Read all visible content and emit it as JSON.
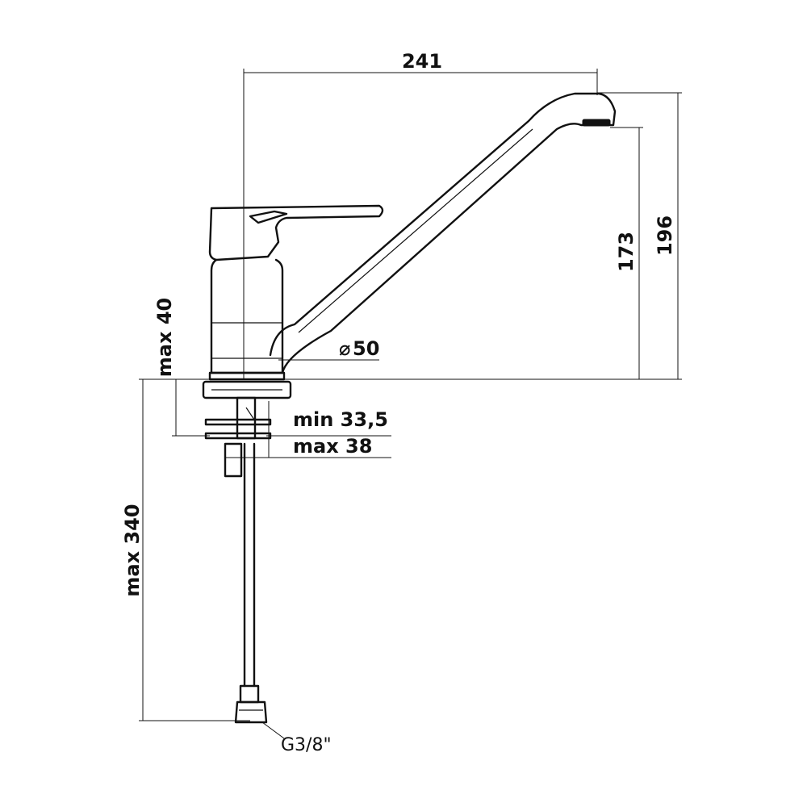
{
  "drawing": {
    "dimensions": {
      "spout_reach": "241",
      "spout_height": "173",
      "total_height": "196",
      "diameter": "50",
      "diameter_symbol": "⌀",
      "max_deck_thickness": "max 40",
      "min_mount": "min 33,5",
      "max_mount": "max 38",
      "hose_length": "max 340",
      "connection_thread": "G3/8\""
    },
    "colors": {
      "line": "#111111",
      "background": "#ffffff"
    }
  }
}
